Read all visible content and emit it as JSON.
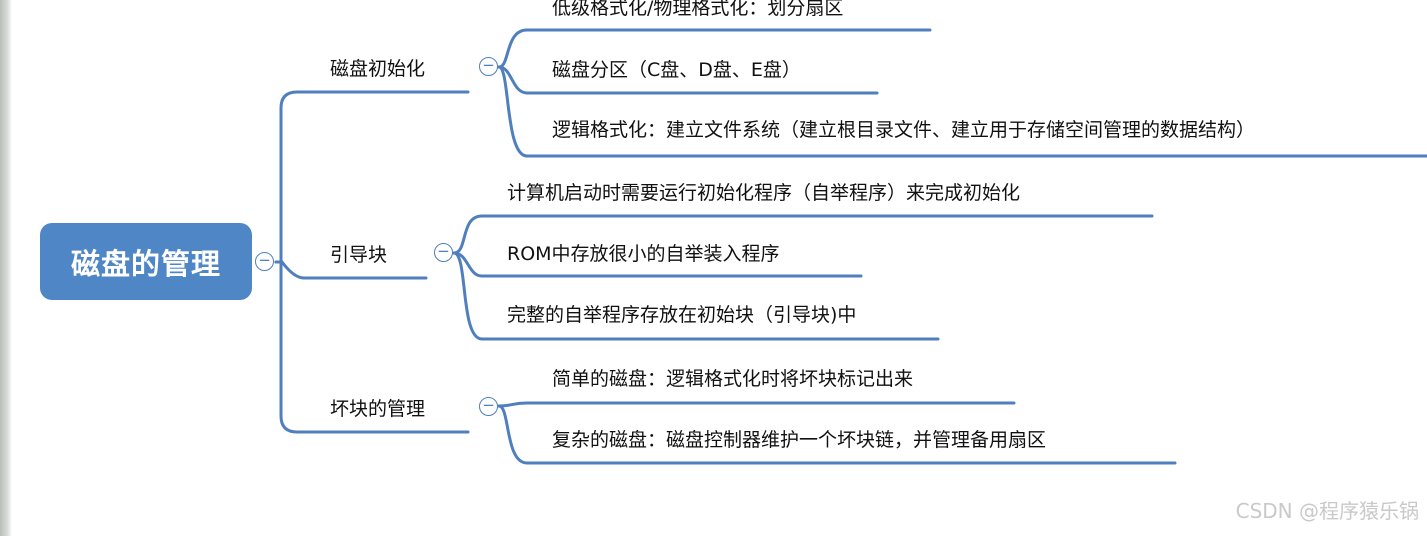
{
  "root": {
    "label": "磁盘的管理"
  },
  "branches": [
    {
      "label": "磁盘初始化",
      "children": [
        "低级格式化/物理格式化：划分扇区",
        "磁盘分区（C盘、D盘、E盘）",
        "逻辑格式化：建立文件系统（建立根目录文件、建立用于存储空间管理的数据结构）"
      ]
    },
    {
      "label": "引导块",
      "children": [
        "计算机启动时需要运行初始化程序（自举程序）来完成初始化",
        "ROM中存放很小的自举装入程序",
        "完整的自举程序存放在初始块（引导块)中"
      ]
    },
    {
      "label": "坏块的管理",
      "children": [
        "简单的磁盘：逻辑格式化时将坏块标记出来",
        "复杂的磁盘：磁盘控制器维护一个坏块链，并管理备用扇区"
      ]
    }
  ],
  "collapse_symbol": "−",
  "watermark": "CSDN @程序猿乐锅",
  "colors": {
    "root_fill": "#4f86c6",
    "line": "#4f7fbd"
  }
}
